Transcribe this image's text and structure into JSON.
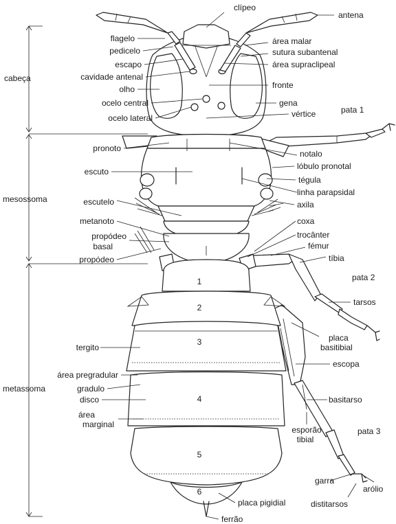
{
  "labels": {
    "clipeo": "clípeo",
    "antena": "antena",
    "flagelo": "flagelo",
    "area_malar": "área malar",
    "pedicelo": "pedicelo",
    "sutura_subantenal": "sutura subantenal",
    "escapo": "escapo",
    "area_supraclipeal": "área supraclipeal",
    "cavidade_antenal": "cavidade antenal",
    "fronte": "fronte",
    "olho": "olho",
    "ocelo_central": "ocelo central",
    "gena": "gena",
    "ocelo_lateral": "ocelo lateral",
    "vertice": "vértice",
    "pata1": "pata 1",
    "cabeca": "cabeça",
    "pronoto": "pronoto",
    "notalo": "notalo",
    "lobulo_pronotal": "lóbulo pronotal",
    "escuto": "escuto",
    "tegula": "tégula",
    "linha_parapsidal": "linha parapsidal",
    "mesossoma": "mesossoma",
    "escutelo": "escutelo",
    "axila": "axila",
    "metanoto": "metanoto",
    "coxa": "coxa",
    "propodeo_basal_1": "propódeo",
    "propodeo_basal_2": "basal",
    "trocanter": "trocânter",
    "femur": "fémur",
    "propodeo": "propódeo",
    "tibia": "tíbia",
    "pata2": "pata 2",
    "tarsos": "tarsos",
    "tergito": "tergito",
    "placa_basitibial_1": "placa",
    "placa_basitibial_2": "basitibial",
    "area_pregradular": "área pregradular",
    "escopa": "escopa",
    "gradulo": "gradulo",
    "metassoma": "metassoma",
    "disco": "disco",
    "basitarso": "basitarso",
    "area_marginal_1": "área",
    "area_marginal_2": "marginal",
    "esporao_tibial_1": "esporão",
    "esporao_tibial_2": "tibial",
    "pata3": "pata 3",
    "garra": "garra",
    "arolio": "arólio",
    "distitarsos": "distitarsos",
    "placa_pigidial": "placa pigidial",
    "ferrao": "ferrão"
  },
  "segments": [
    "1",
    "2",
    "3",
    "4",
    "5",
    "6"
  ]
}
